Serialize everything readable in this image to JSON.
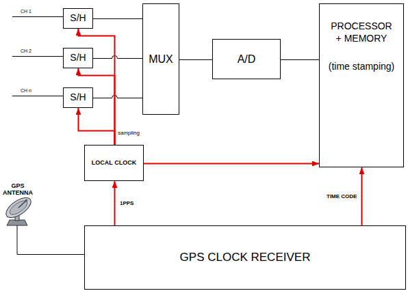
{
  "diagram": {
    "nodes": [
      {
        "text": [
          "S/H"
        ]
      },
      {
        "text": [
          "S/H"
        ]
      },
      {
        "text": [
          "S/H"
        ]
      },
      {
        "text": [
          "MUX"
        ]
      },
      {
        "text": [
          "A/D"
        ]
      },
      {
        "text": [
          "PROCESSOR + MEMORY",
          "(time stamping)"
        ]
      },
      {
        "text": [
          "LOCAL CLOCK"
        ]
      },
      {
        "text": [
          "GPS CLOCK RECEIVER"
        ]
      }
    ],
    "edges": [
      {
        "from": 0,
        "to": 3,
        "arrow": "none"
      },
      {
        "from": 1,
        "to": 3,
        "arrow": "none"
      },
      {
        "from": 2,
        "to": 3,
        "arrow": "none"
      },
      {
        "from": 3,
        "to": 4,
        "arrow": "none"
      },
      {
        "from": 4,
        "to": 5,
        "arrow": "none"
      },
      {
        "from": 6,
        "to": 0,
        "arrow": "to"
      },
      {
        "from": 6,
        "to": 1,
        "arrow": "to"
      },
      {
        "from": 6,
        "to": 2,
        "arrow": "to"
      },
      {
        "from": 6,
        "to": 5,
        "arrow": "to"
      },
      {
        "from": 7,
        "to": 6,
        "arrow": "to",
        "label": "1PPS"
      },
      {
        "from": 7,
        "to": 5,
        "arrow": "to",
        "label": "TIME CODE"
      }
    ],
    "labels": [
      "CH 1",
      "CH 2",
      "CH n",
      "sampling",
      "GPS ANTENNA"
    ]
  }
}
